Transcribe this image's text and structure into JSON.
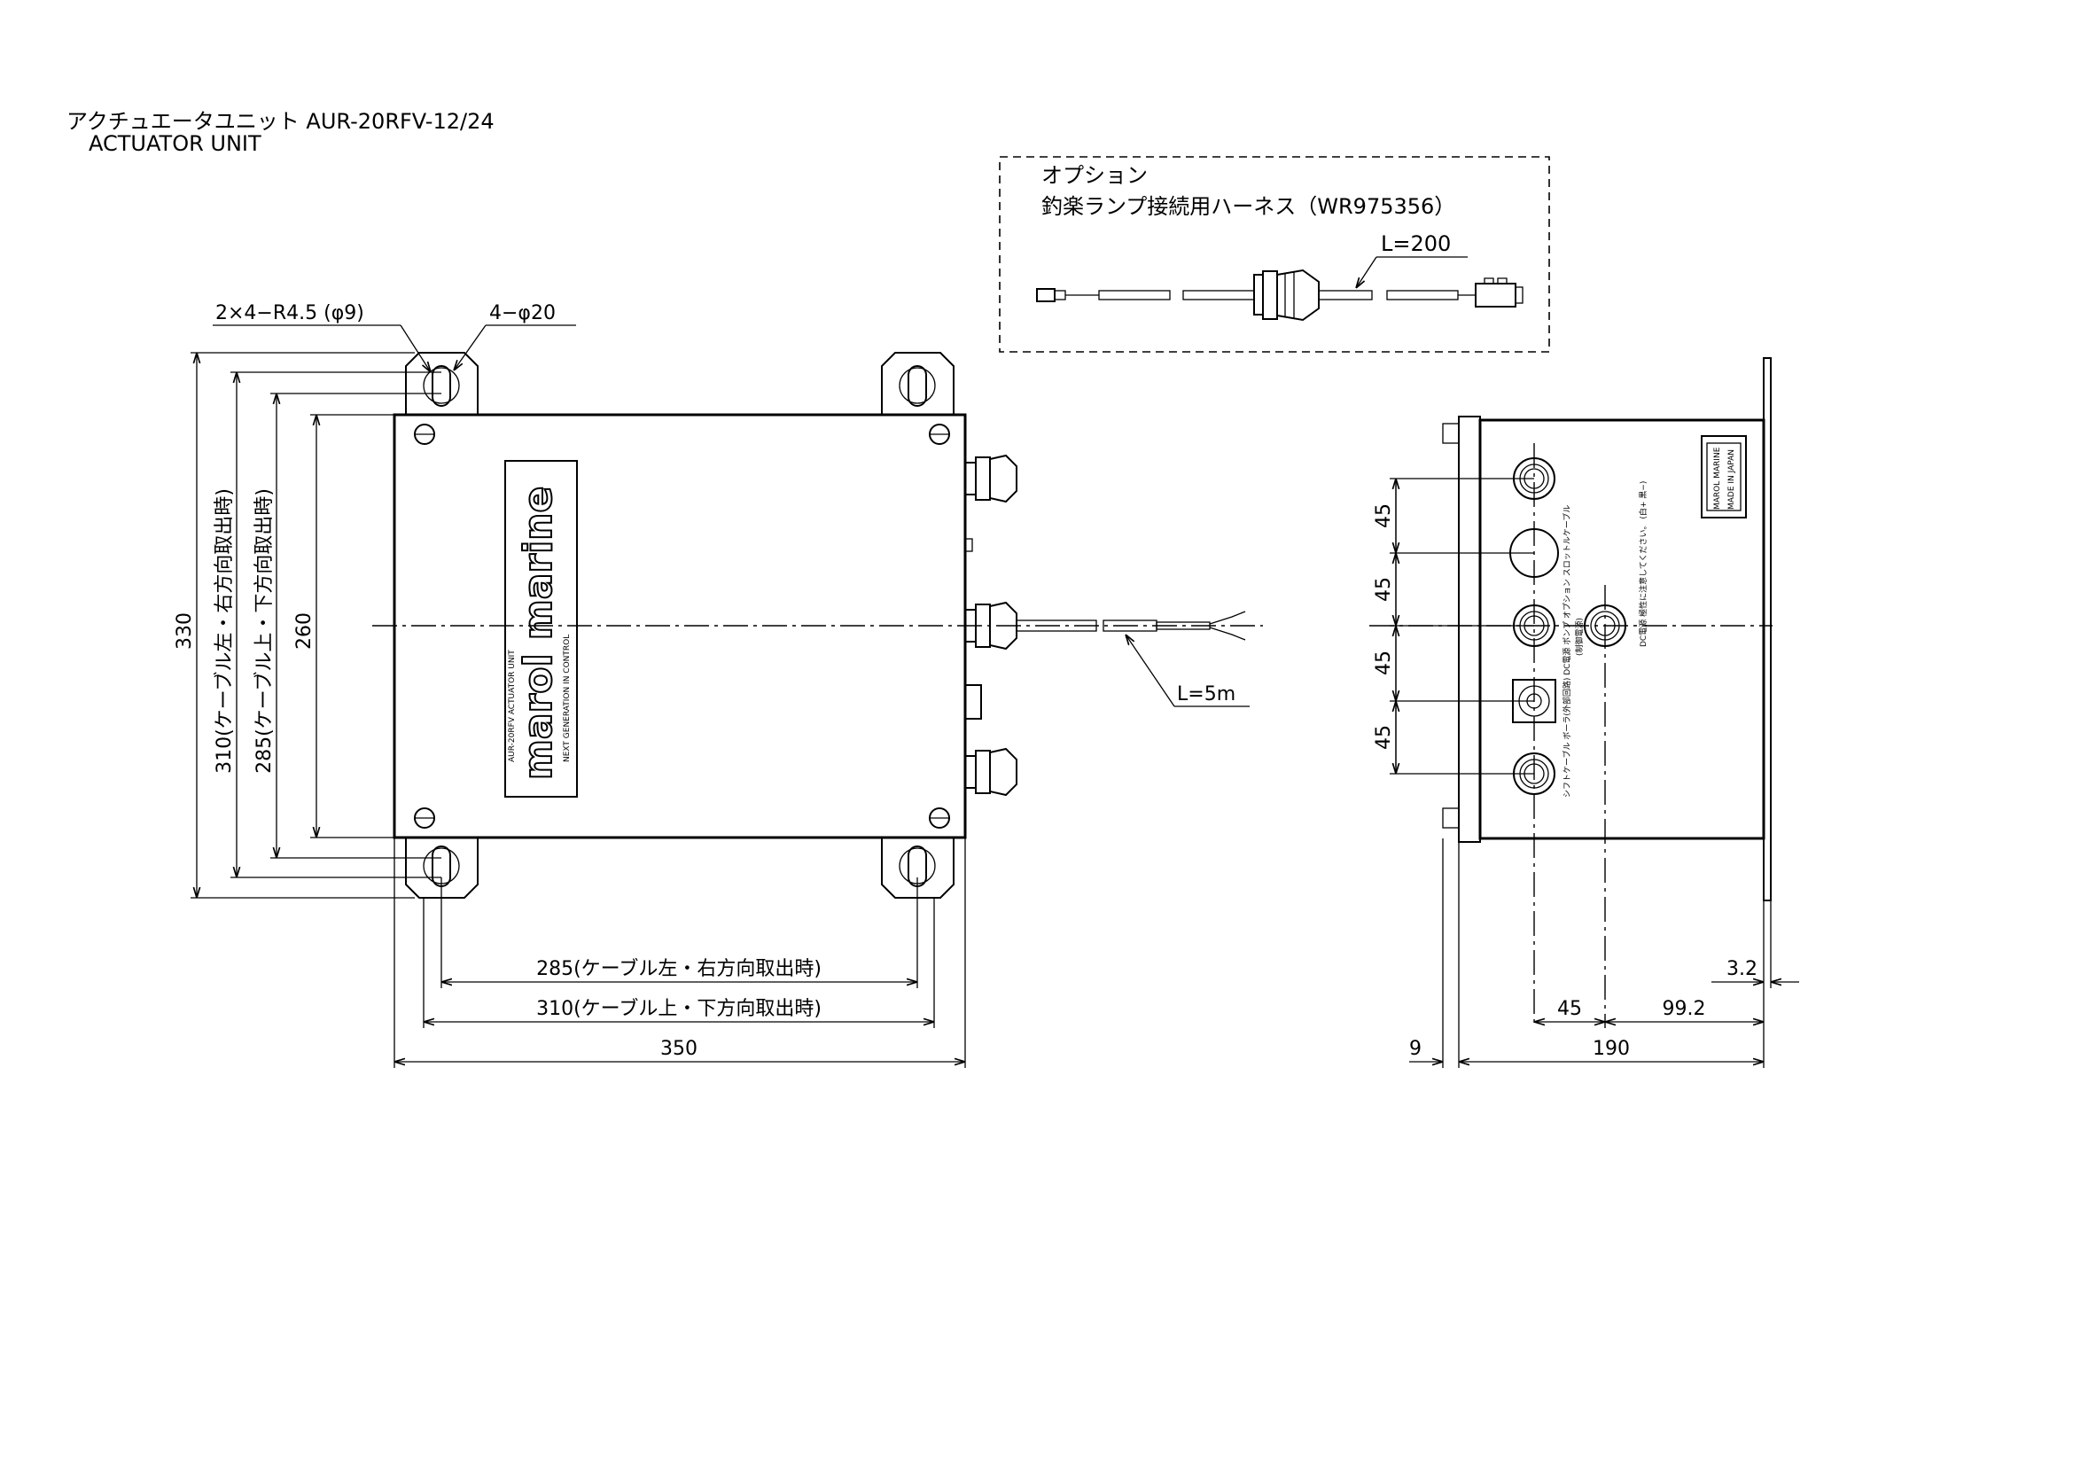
{
  "title": {
    "line1": "アクチュエータユニット AUR-20RFV-12/24",
    "line2": "ACTUATOR UNIT"
  },
  "option": {
    "heading": "オプション",
    "harness": "釣楽ランプ接続用ハーネス（WR975356）",
    "length": "L=200"
  },
  "front_view": {
    "hole_spec": "2×4−R4.5 (φ9)",
    "boss_spec": "4−φ20",
    "dim_330": "330",
    "dim_310_v": "310(ケーブル左・右方向取出時)",
    "dim_285_v": "285(ケーブル上・下方向取出時)",
    "dim_260": "260",
    "dim_285_h": "285(ケーブル左・右方向取出時)",
    "dim_310_h": "310(ケーブル上・下方向取出時)",
    "dim_350": "350",
    "cable_length": "L=5m",
    "brand": "marol marine",
    "brand_sub": "NEXT GENERATION IN CONTROL",
    "brand_fine": "AUR-20RFV ACTUATOR UNIT"
  },
  "side_view": {
    "pitch_dims": [
      "45",
      "45",
      "45",
      "45"
    ],
    "dim_3_2": "3.2",
    "dim_45": "45",
    "dim_99_2": "99.2",
    "dim_9": "9",
    "dim_190": "190",
    "port_labels": {
      "col1": "シフトケーブル ボーラ(外部回路) DC電源 ポンプ オプション スロットルケーブル",
      "col1b": "(制御電源)",
      "col2": "DC電源 極性に注意してください。 (白+ 黒−)"
    },
    "plate_text": [
      "MAROL MARINE",
      "MADE IN JAPAN"
    ]
  }
}
